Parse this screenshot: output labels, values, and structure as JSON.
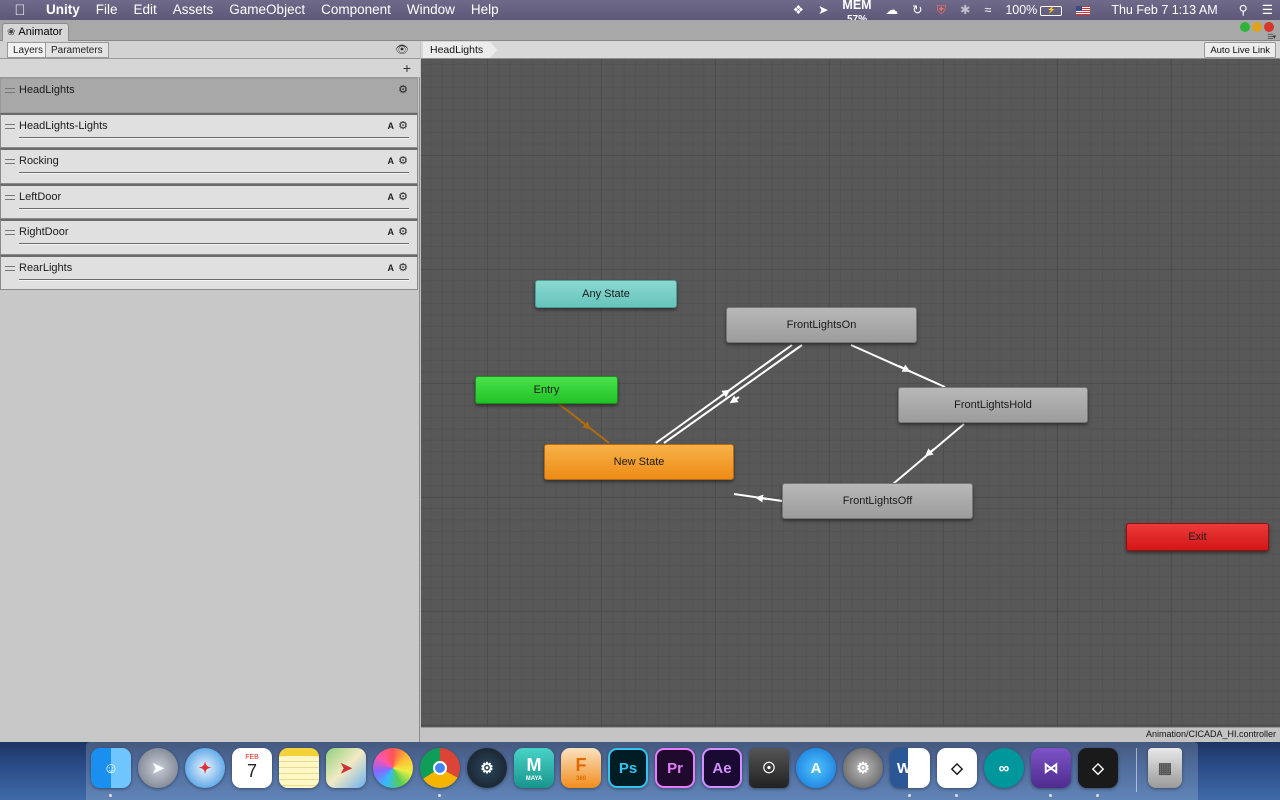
{
  "menubar": {
    "app_name": "Unity",
    "items": [
      "File",
      "Edit",
      "Assets",
      "GameObject",
      "Component",
      "Window",
      "Help"
    ],
    "mem_label": "MEM",
    "mem_value": "57%",
    "battery": "100%",
    "datetime": "Thu Feb 7  1:13 AM"
  },
  "window": {
    "tab_title": "Animator"
  },
  "left_panel": {
    "tabs": {
      "layers": "Layers",
      "parameters": "Parameters"
    },
    "layers": [
      {
        "name": "HeadLights",
        "a": "",
        "selected": true
      },
      {
        "name": "HeadLights-Lights",
        "a": "A"
      },
      {
        "name": "Rocking",
        "a": "A"
      },
      {
        "name": "LeftDoor",
        "a": "A"
      },
      {
        "name": "RightDoor",
        "a": "A"
      },
      {
        "name": "RearLights",
        "a": "A"
      }
    ]
  },
  "graph": {
    "breadcrumb": "HeadLights",
    "auto_live_link": "Auto Live Link",
    "states": {
      "any_state": "Any State",
      "entry": "Entry",
      "new_state": "New State",
      "front_lights_on": "FrontLightsOn",
      "front_lights_hold": "FrontLightsHold",
      "front_lights_off": "FrontLightsOff",
      "exit": "Exit"
    },
    "colors": {
      "any": "#79d0c8",
      "entry": "#33d236",
      "default": "#f29a2a",
      "state": "#a9a9a9",
      "exit": "#df2525"
    }
  },
  "status": {
    "controller_path": "Animation/CICADA_HI.controller"
  },
  "dock": {
    "date_month": "FEB",
    "date_day": "7",
    "apps": [
      "finder-icon",
      "launchpad-icon",
      "safari-icon",
      "calendar-icon",
      "notes-icon",
      "maps-icon",
      "photos-icon",
      "chrome-icon",
      "steam-icon",
      "maya-icon",
      "fusion-360-icon",
      "photoshop-icon",
      "premiere-icon",
      "after-effects-icon",
      "disk-utility-icon",
      "app-store-icon",
      "system-preferences-icon",
      "word-icon",
      "unity-hub-icon",
      "arduino-icon",
      "visual-studio-icon",
      "unity-icon",
      "trash-icon"
    ],
    "labels": {
      "maya": "M",
      "maya_sub": "MAYA",
      "fusion": "F",
      "fusion_sub": "360",
      "ps": "Ps",
      "pr": "Pr",
      "ae": "Ae",
      "word": "W"
    }
  }
}
